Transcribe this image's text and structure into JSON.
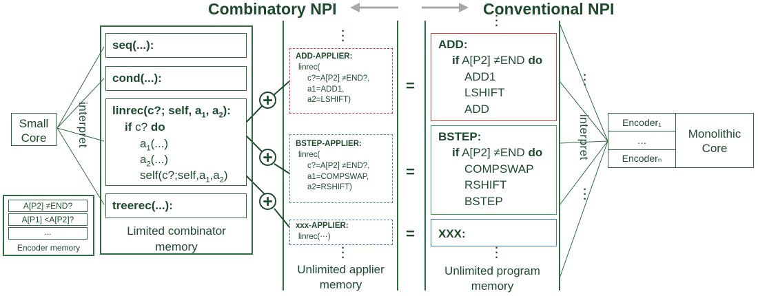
{
  "titles": {
    "combinatory": "Combinatory NPI",
    "conventional": "Conventional NPI"
  },
  "small_core": {
    "line1": "Small",
    "line2": "Core"
  },
  "interpret_label": "interpret",
  "encoder_memory": {
    "items": [
      "A[P2] ≠END?",
      "A[P1] <A[P2]?",
      "..."
    ],
    "label": "Encoder memory"
  },
  "combinator_memory": {
    "items": [
      "seq(...):",
      "cond(...):",
      "treerec(...):"
    ],
    "linrec": {
      "header": "linrec(c?; self, a1, a2):",
      "lines": [
        "if c? do",
        "a1(...)",
        "a2(...)",
        "self(c?;self,a1,a2)"
      ]
    },
    "label_line1": "Limited combinator",
    "label_line2": "memory"
  },
  "applier_memory": {
    "appliers": [
      {
        "name": "ADD-APPLIER:",
        "lines": [
          "linrec(",
          "c?=A[P2] ≠END?,",
          "a1=ADD1,",
          "a2=LSHIFT)"
        ]
      },
      {
        "name": "BSTEP-APPLIER:",
        "lines": [
          "linrec(",
          "c?=A[P2] ≠END?,",
          "a1=COMPSWAP,",
          "a2=RSHIFT)"
        ]
      },
      {
        "name": "xxx-APPLIER:",
        "lines": [
          "linrec(⋯)"
        ]
      }
    ],
    "label_line1": "Unlimited applier",
    "label_line2": "memory"
  },
  "program_memory": {
    "programs": [
      {
        "name": "ADD:",
        "cond_kw": "if",
        "cond": "A[P2] ≠END",
        "do_kw": "do",
        "lines": [
          "ADD1",
          "LSHIFT",
          "ADD"
        ]
      },
      {
        "name": "BSTEP:",
        "cond_kw": "if",
        "cond": "A[P2] ≠END",
        "do_kw": "do",
        "lines": [
          "COMPSWAP",
          "RSHIFT",
          "BSTEP"
        ]
      },
      {
        "name": "XXX:"
      }
    ],
    "label_line1": "Unlimited program",
    "label_line2": "memory"
  },
  "equals_sign": "=",
  "plus_sign": "+",
  "monolithic_core": {
    "encoder1": "Encoder₁",
    "encoder_dots": "…",
    "encodern": "Encoderₙ",
    "line1": "Monolithic",
    "line2": "Core"
  },
  "colors": {
    "dark_green": "#1d4a2c",
    "box_green": "#2f6b40",
    "red": "#d9363e",
    "green": "#3aa35a",
    "blue": "#3a78c2",
    "arrow_gray": "#a8a8a8"
  }
}
